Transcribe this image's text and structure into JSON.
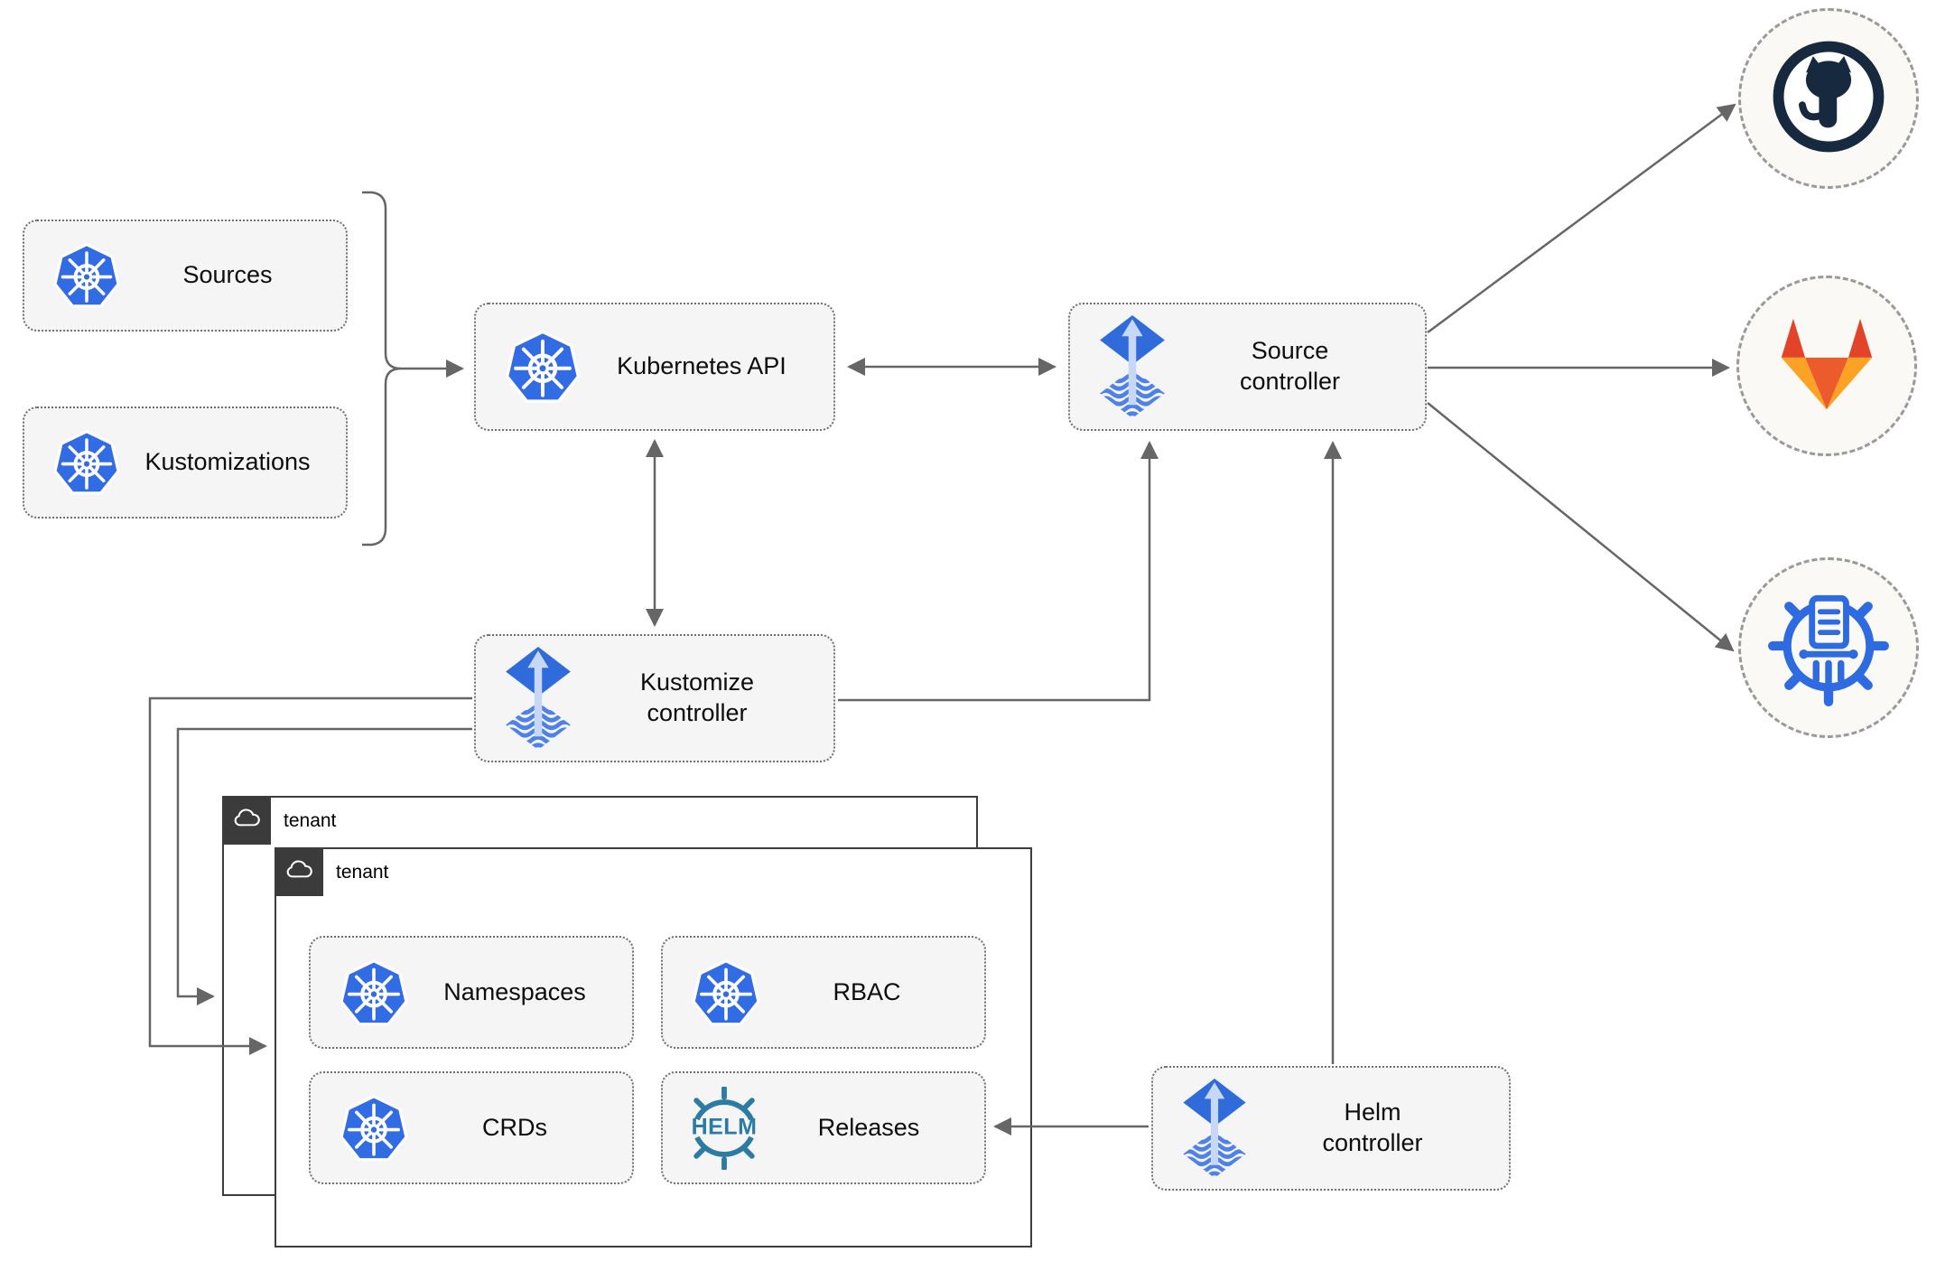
{
  "nodes": {
    "sources": {
      "label": "Sources"
    },
    "kustomizations": {
      "label": "Kustomizations"
    },
    "kubernetes_api": {
      "label": "Kubernetes API"
    },
    "source_controller": {
      "label": "Source controller"
    },
    "kustomize_controller": {
      "label": "Kustomize controller"
    },
    "helm_controller": {
      "label": "Helm controller"
    },
    "namespaces": {
      "label": "Namespaces"
    },
    "rbac": {
      "label": "RBAC"
    },
    "crds": {
      "label": "CRDs"
    },
    "releases": {
      "label": "Releases"
    }
  },
  "tenants": {
    "outer_label": "tenant",
    "inner_label": "tenant"
  },
  "icons": {
    "helm_wordmark": "HELM",
    "kubernetes": "kubernetes-icon",
    "flux": "flux-icon",
    "github": "github-icon",
    "gitlab": "gitlab-icon",
    "chartmuseum": "chartmuseum-icon",
    "cloud": "cloud-icon"
  },
  "colors": {
    "kubernetes_blue": "#326CE5",
    "flux_blue": "#2f6bdb",
    "flux_arrow_light": "#c7d8f6",
    "line_gray": "#666666",
    "node_fill": "#f5f5f5",
    "node_border": "#6f6f6f",
    "tenant_border": "#3d3d3d",
    "tenant_tab": "#3b3b3b",
    "github_dark": "#16293f",
    "gitlab_red": "#e24329",
    "gitlab_orange": "#fc6d26",
    "gitlab_light_orange": "#fca326",
    "chartmuseum_blue": "#2f6be0",
    "helm_teal": "#2b7ba3",
    "circle_fill": "#faf9f6"
  }
}
